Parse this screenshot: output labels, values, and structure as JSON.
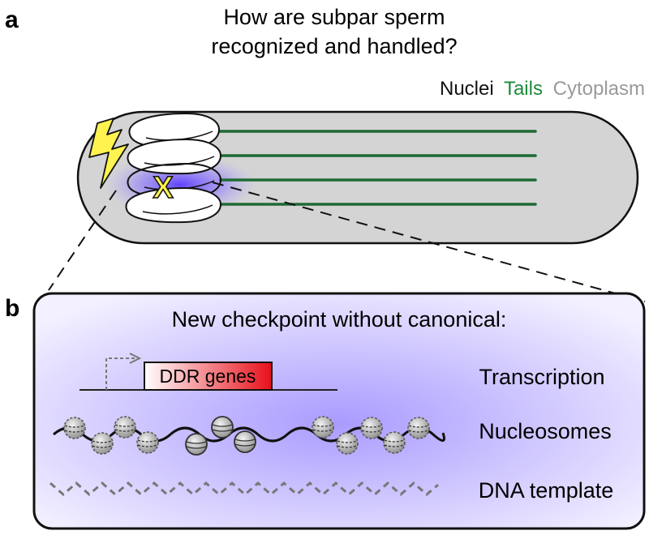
{
  "panel_a": {
    "letter": "a",
    "question_line1": "How are subpar sperm",
    "question_line2": "recognized and handled?",
    "legend": {
      "nuclei": "Nuclei",
      "tails": "Tails",
      "cytoplasm": "Cytoplasm"
    },
    "damage_mark": "X",
    "colors": {
      "nuclei": "#111111",
      "tails": "#1f8a3b",
      "cytoplasm": "#999999",
      "cell_fill": "#d4d4d4",
      "lightning": "#fff44f",
      "damage_glow": "#6a4cff"
    }
  },
  "panel_b": {
    "letter": "b",
    "title": "New checkpoint without canonical:",
    "gene_box": "DDR genes",
    "rows": {
      "transcription": "Transcription",
      "nucleosomes": "Nucleosomes",
      "dna_template": "DNA template"
    },
    "colors": {
      "panel_fill": "#b9adff",
      "gene_gradient_end": "#e8101a"
    }
  }
}
